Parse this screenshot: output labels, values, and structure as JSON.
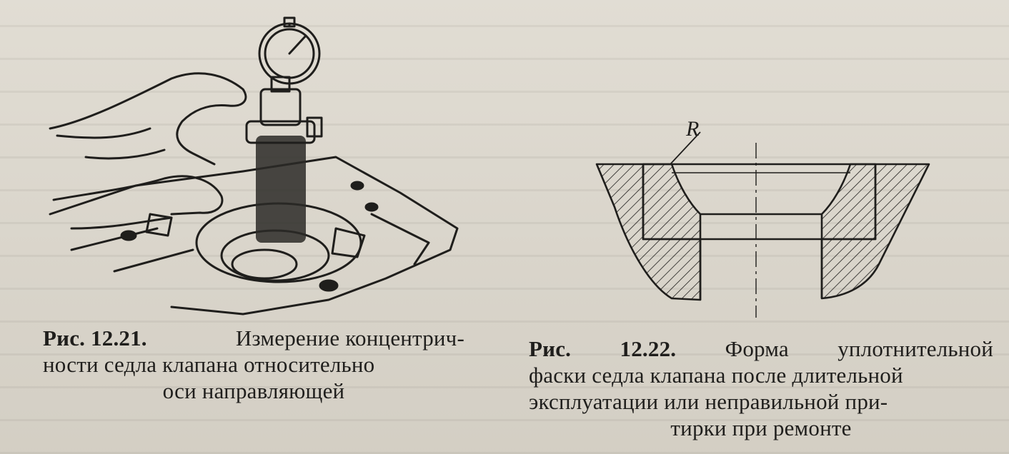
{
  "figure_1": {
    "caption_number": "Рис. 12.21.",
    "caption_lines": [
      "Измерение концентрич-",
      "ности седла клапана относительно",
      "оси направляющей"
    ]
  },
  "figure_2": {
    "label_r": "R",
    "caption_number": "Рис.",
    "caption_number_2": "12.22.",
    "caption_lines": [
      "Форма",
      "уплотнительной",
      "фаски седла клапана после длительной",
      "эксплуатации или неправильной при-",
      "тирки при ремонте"
    ]
  },
  "colors": {
    "paper": "#dcd7cc",
    "ink": "#1f1e1c"
  }
}
